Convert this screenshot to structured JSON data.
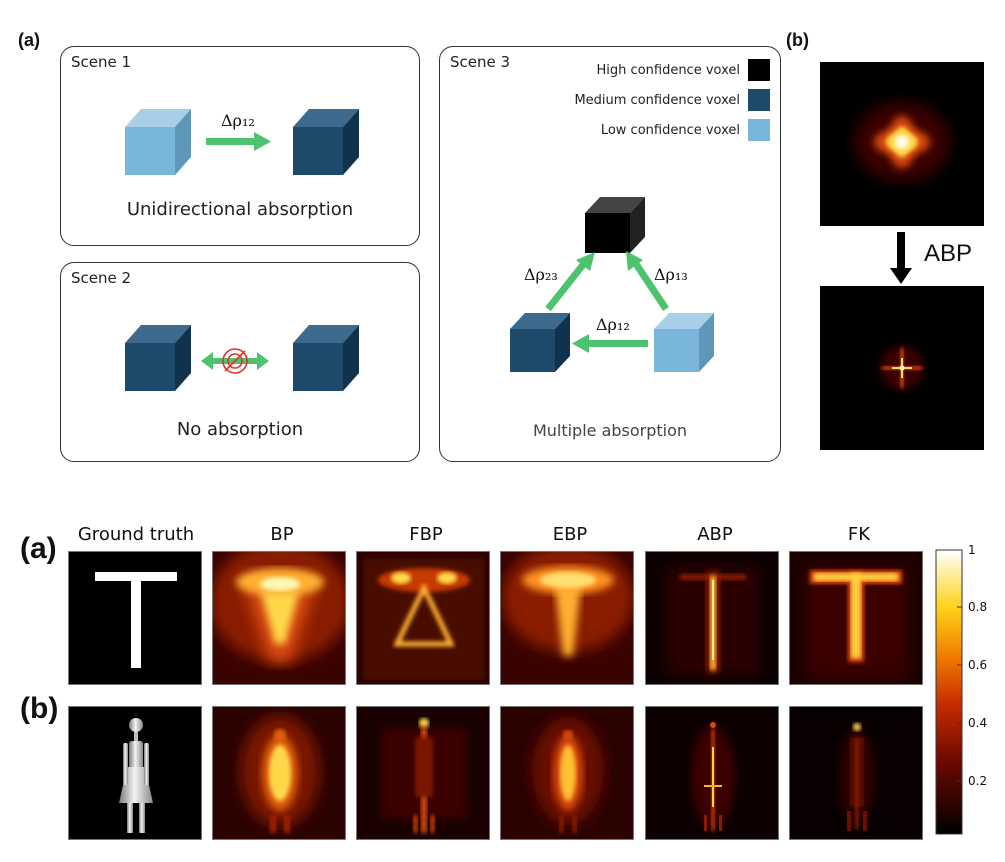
{
  "top": {
    "label_a": "(a)",
    "label_b": "(b)",
    "scene1": {
      "title": "Scene 1",
      "arrow_label": "Δρ₁₂",
      "caption": "Unidirectional absorption"
    },
    "scene2": {
      "title": "Scene 2",
      "caption": "No absorption"
    },
    "scene3": {
      "title": "Scene 3",
      "legend": [
        {
          "label": "High confidence voxel",
          "color": "#000000"
        },
        {
          "label": "Medium confidence voxel",
          "color": "#1d4a6b"
        },
        {
          "label": "Low confidence voxel",
          "color": "#7ab6d9"
        }
      ],
      "edge_23": "Δρ₂₃",
      "edge_13": "Δρ₁₃",
      "edge_12": "Δρ₁₂",
      "caption": "Multiple absorption"
    },
    "b_arrow_label": "ABP"
  },
  "bottom": {
    "label_a": "(a)",
    "label_b": "(b)",
    "columns": [
      "Ground truth",
      "BP",
      "FBP",
      "EBP",
      "ABP",
      "FK"
    ],
    "colorbar_ticks": [
      "1",
      "0.8",
      "0.6",
      "0.4",
      "0.2"
    ]
  },
  "colors": {
    "arrow_green": "#4cc36e",
    "voxel_light": "#7ab6d9",
    "voxel_medium": "#1d4a6b",
    "voxel_high": "#000000",
    "absorb_mark": "#e0342b"
  }
}
